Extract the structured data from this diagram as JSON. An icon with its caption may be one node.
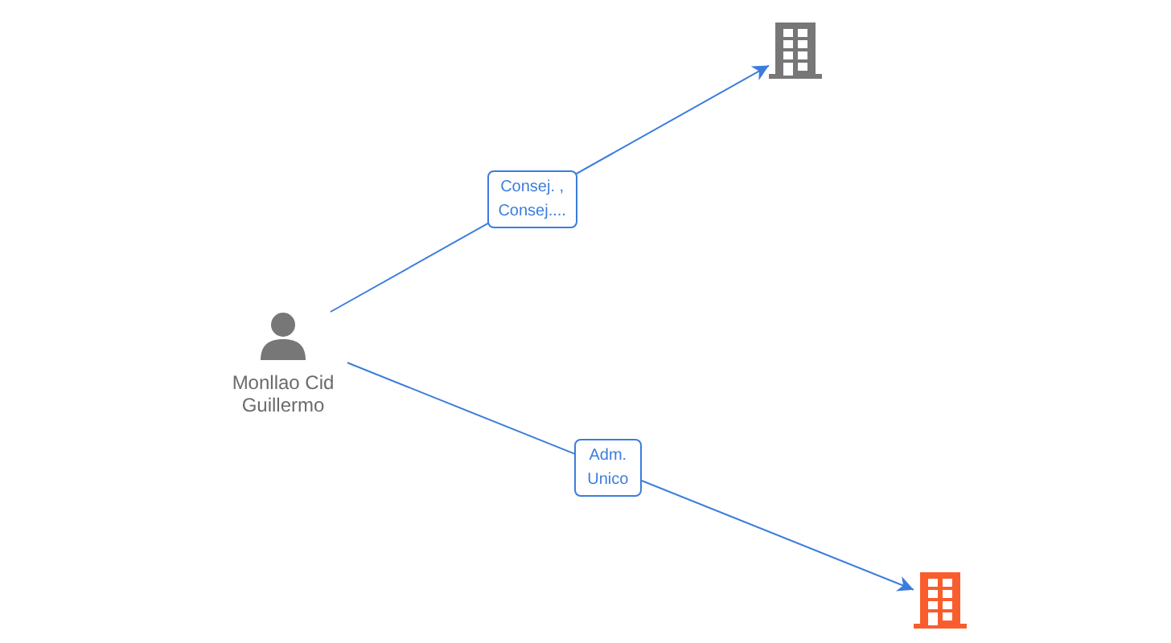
{
  "diagram": {
    "nodes": [
      {
        "text": [
          "Monllao Cid Guillermo"
        ]
      },
      {
        "text": [],
        "shape": "building"
      },
      {
        "text": [],
        "shape": "building"
      }
    ],
    "edges": [
      {
        "from": 0,
        "to": 1,
        "arrow": "to",
        "label": "Consej. , Consej...."
      },
      {
        "from": 0,
        "to": 2,
        "arrow": "to",
        "label": "Adm. Unico"
      }
    ]
  }
}
